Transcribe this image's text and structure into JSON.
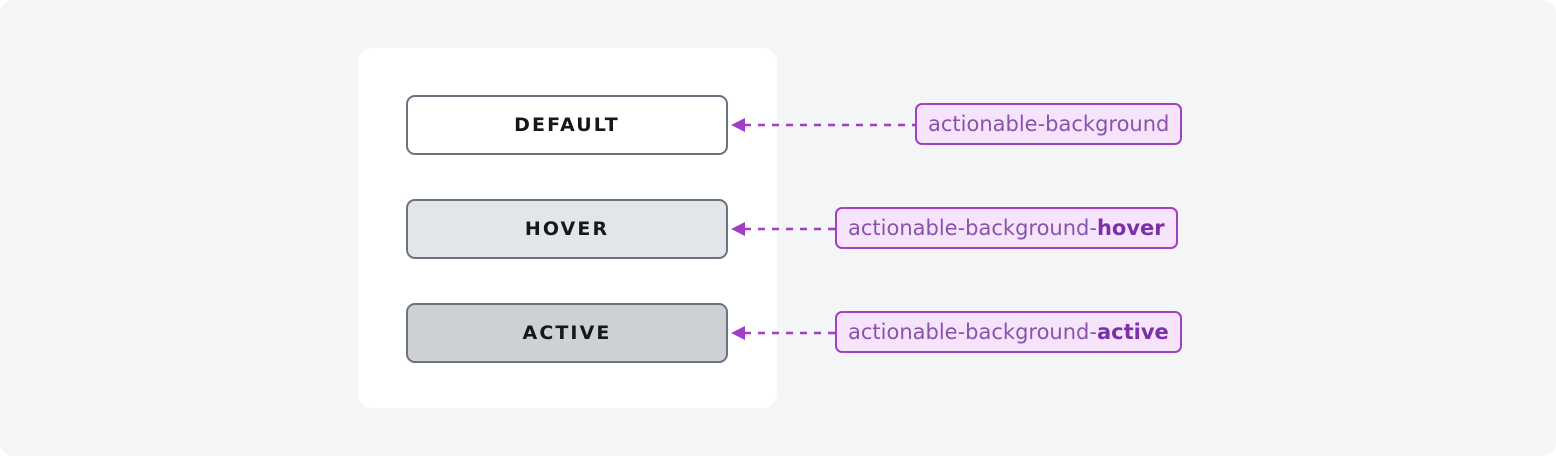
{
  "page": {
    "background_color": "#f4f5f7",
    "card_background": "#ffffff"
  },
  "colors": {
    "button_border": "#6b7280",
    "button_text": "#15171a",
    "default_fill": "#ffffff",
    "hover_fill": "#e2e6e9",
    "active_fill": "#ced1d4",
    "chip_fill": "#f5e4fb",
    "chip_border": "#a33fc4",
    "chip_text": "#8a52ad",
    "chip_suffix_text": "#7b2fa8",
    "connector": "#a33fc4"
  },
  "states": [
    {
      "key": "default",
      "button_label": "DEFAULT",
      "token_base": "actionable-background",
      "token_suffix": "",
      "fill": "#ffffff"
    },
    {
      "key": "hover",
      "button_label": "HOVER",
      "token_base": "actionable-background-",
      "token_suffix": "hover",
      "fill": "#e2e6e9"
    },
    {
      "key": "active",
      "button_label": "ACTIVE",
      "token_base": "actionable-background-",
      "token_suffix": "active",
      "fill": "#ced1d4"
    }
  ]
}
